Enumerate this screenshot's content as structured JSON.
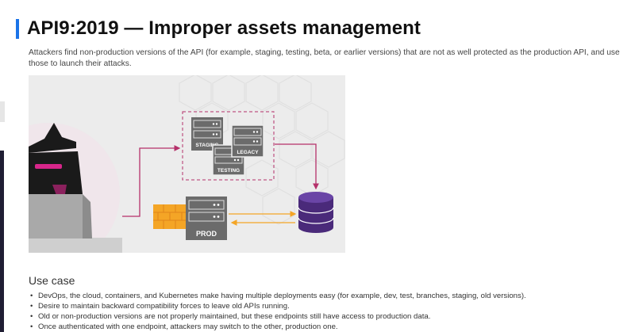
{
  "article": {
    "title": "API9:2019 — Improper assets management",
    "intro": "Attackers find non-production versions of the API (for example, staging, testing, beta, or earlier versions) that are not as well protected as the production API, and use those to launch their attacks.",
    "illustration": {
      "server_labels": {
        "staging": "STAGING",
        "legacy": "LEGACY",
        "testing": "TESTING",
        "prod": "PROD"
      },
      "colors": {
        "background": "#ececec",
        "server": "#6b6b6b",
        "arrow": "#b5306a",
        "firewall": "#f4a526",
        "database": "#4a2a7a",
        "hacker_eyes": "#d7268a"
      }
    },
    "use_case": {
      "heading": "Use case",
      "items": [
        "DevOps, the cloud, containers, and Kubernetes make having multiple deployments easy (for example, dev, test, branches, staging, old versions).",
        "Desire to maintain backward compatibility forces to leave old APIs running.",
        "Old or non-production versions are not properly maintained, but these endpoints still have access to production data.",
        "Once authenticated with one endpoint, attackers may switch to the other, production one."
      ]
    }
  }
}
